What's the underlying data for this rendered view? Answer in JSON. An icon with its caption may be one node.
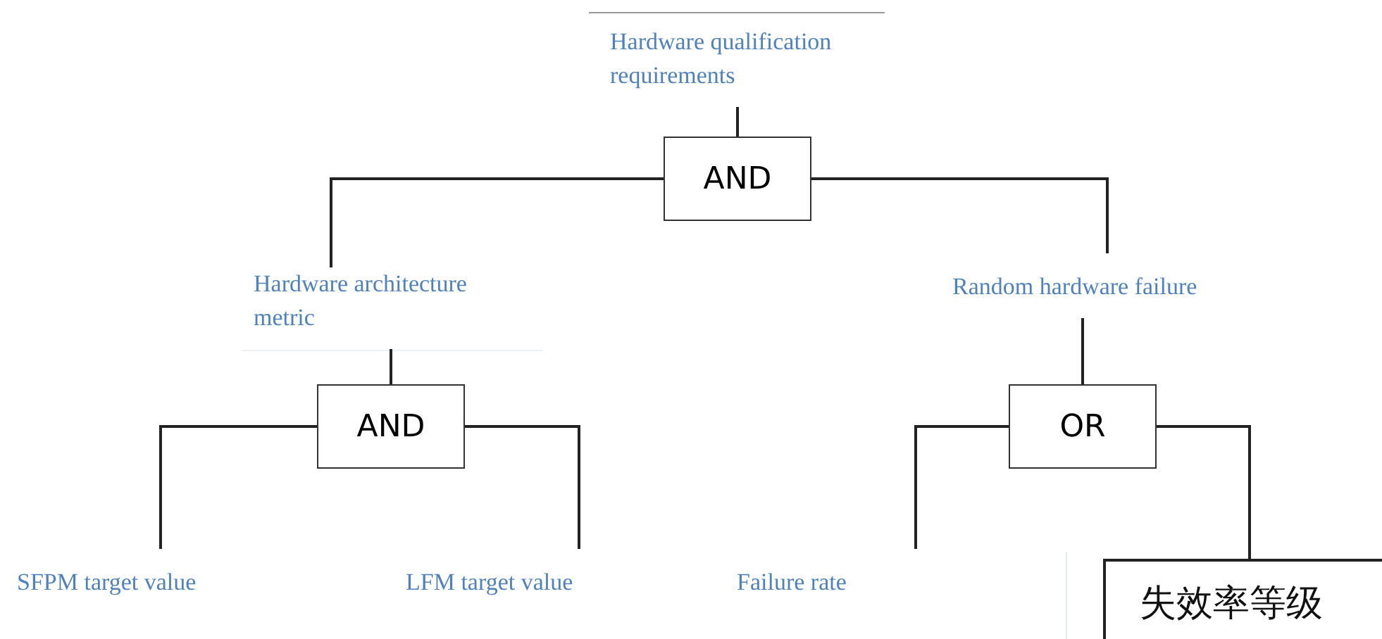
{
  "diagram": {
    "nodes": [
      {
        "text": [
          "Hardware qualification requirements"
        ]
      },
      {
        "text": [
          "AND"
        ]
      },
      {
        "text": [
          "Hardware architecture metric"
        ]
      },
      {
        "text": [
          "Random hardware failure"
        ]
      },
      {
        "text": [
          "AND"
        ]
      },
      {
        "text": [
          "OR"
        ]
      },
      {
        "text": [
          "SFPM target value"
        ]
      },
      {
        "text": [
          "LFM target value"
        ]
      },
      {
        "text": [
          "Failure rate"
        ]
      },
      {
        "text": [
          "失效率等级"
        ]
      }
    ],
    "edges": [
      {
        "from": 0,
        "to": 1,
        "arrow": "none"
      },
      {
        "from": 1,
        "to": 2,
        "arrow": "none"
      },
      {
        "from": 1,
        "to": 3,
        "arrow": "none"
      },
      {
        "from": 2,
        "to": 4,
        "arrow": "none"
      },
      {
        "from": 3,
        "to": 5,
        "arrow": "none"
      },
      {
        "from": 4,
        "to": 6,
        "arrow": "none"
      },
      {
        "from": 4,
        "to": 7,
        "arrow": "none"
      },
      {
        "from": 5,
        "to": 8,
        "arrow": "none"
      },
      {
        "from": 5,
        "to": 9,
        "arrow": "none"
      }
    ]
  }
}
